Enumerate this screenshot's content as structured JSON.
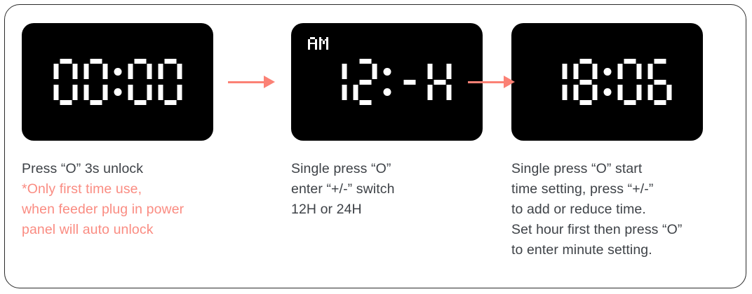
{
  "colors": {
    "accent_pink": "#fb8175",
    "note_text": "#fa8c82",
    "body_text": "#3e4247",
    "panel_bg": "#000000",
    "frame_border": "#2b2b2b",
    "segment_on": "#ffffff"
  },
  "steps": [
    {
      "id": "step-unlock",
      "display": {
        "name": "lcd-display-00-00",
        "value": "00:00",
        "digits": [
          "0",
          "0",
          "0",
          "0"
        ],
        "colon": true,
        "ampm_indicator": null
      },
      "caption_lines": [
        {
          "text": "Press “O” 3s unlock",
          "style": "normal"
        },
        {
          "text": "*Only first time use,",
          "style": "note"
        },
        {
          "text": "when feeder plug in power",
          "style": "note"
        },
        {
          "text": "panel will auto unlock",
          "style": "note"
        }
      ]
    },
    {
      "id": "step-format",
      "display": {
        "name": "lcd-display-12-h",
        "value": "12:-H",
        "digits": [
          "1",
          "2",
          "-",
          "H"
        ],
        "colon": true,
        "ampm_indicator": "AM"
      },
      "caption_lines": [
        {
          "text": "Single press “O”",
          "style": "normal"
        },
        {
          "text": "enter “+/-” switch",
          "style": "normal"
        },
        {
          "text": "12H or 24H",
          "style": "normal"
        }
      ]
    },
    {
      "id": "step-time-set",
      "display": {
        "name": "lcd-display-18-06",
        "value": "18:06",
        "digits": [
          "1",
          "8",
          "0",
          "6"
        ],
        "colon": true,
        "ampm_indicator": null
      },
      "caption_lines": [
        {
          "text": "Single press “O” start",
          "style": "normal"
        },
        {
          "text": "time setting, press “+/-”",
          "style": "normal"
        },
        {
          "text": "to add or reduce time.",
          "style": "normal"
        },
        {
          "text": "Set hour first then press “O”",
          "style": "normal"
        },
        {
          "text": "to enter minute setting.",
          "style": "normal"
        }
      ]
    }
  ],
  "arrows": [
    {
      "name": "arrow-step1-to-step2",
      "direction": "right"
    },
    {
      "name": "arrow-step2-to-step3",
      "direction": "right"
    }
  ]
}
